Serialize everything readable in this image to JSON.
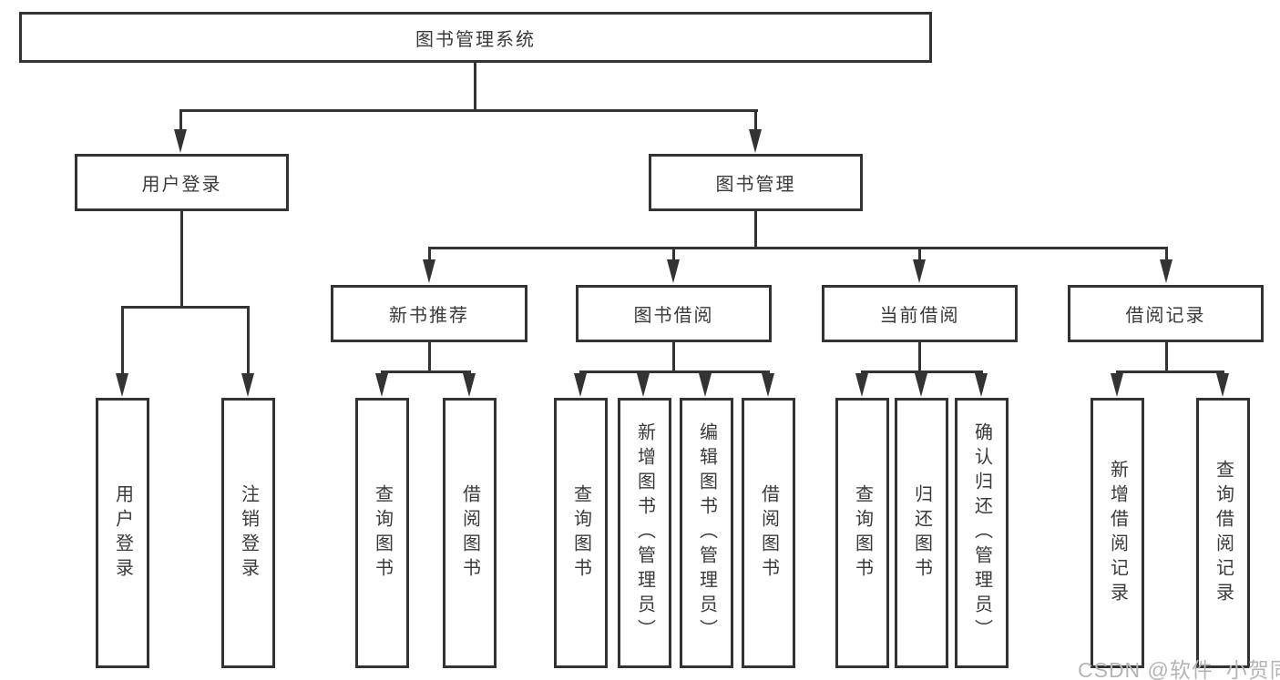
{
  "tree": {
    "label": "图书管理系统",
    "children": [
      {
        "label": "用户登录",
        "children": [
          {
            "label": "用户登录"
          },
          {
            "label": "注销登录"
          }
        ]
      },
      {
        "label": "图书管理",
        "children": [
          {
            "label": "新书推荐",
            "children": [
              {
                "label": "查询图书"
              },
              {
                "label": "借阅图书"
              }
            ]
          },
          {
            "label": "图书借阅",
            "children": [
              {
                "label": "查询图书"
              },
              {
                "label": "新增图书（管理员）"
              },
              {
                "label": "编辑图书（管理员）"
              },
              {
                "label": "借阅图书"
              }
            ]
          },
          {
            "label": "当前借阅",
            "children": [
              {
                "label": "查询图书"
              },
              {
                "label": "归还图书"
              },
              {
                "label": "确认归还（管理员）"
              }
            ]
          },
          {
            "label": "借阅记录",
            "children": [
              {
                "label": "新增借阅记录"
              },
              {
                "label": "查询借阅记录"
              }
            ]
          }
        ]
      }
    ]
  },
  "watermark": {
    "text": "CSDN @软件_小贺同学"
  },
  "colors": {
    "line": "#333333",
    "text": "#3a3a3a",
    "watermark": "#b5b5b5",
    "background": "#ffffff"
  }
}
